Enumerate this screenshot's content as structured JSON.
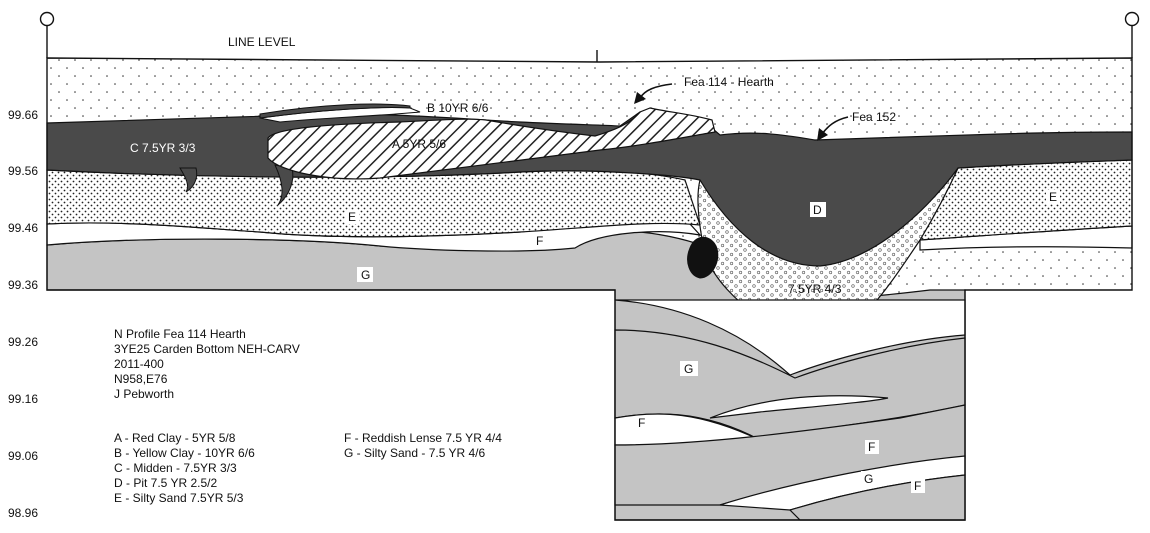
{
  "line_level_label": "LINE LEVEL",
  "elevations": [
    "99.66",
    "99.56",
    "99.46",
    "99.36",
    "99.26",
    "99.16",
    "99.06",
    "98.96"
  ],
  "layer_labels": {
    "b": "B 10YR 6/6",
    "c": "C 7.5YR 3/3",
    "a": "A 5YR 5/6",
    "d": "D",
    "e_left": "E",
    "e_right": "E",
    "f_upper": "F",
    "g_upper": "G",
    "pit_fill": "7.5YR 4/3",
    "g_unit": "G",
    "f_unit": "F",
    "f_lower1": "F",
    "g_lower": "G",
    "f_lower2": "F"
  },
  "features": {
    "hearth": "Fea 114 - Hearth",
    "pit": "Fea 152"
  },
  "profile_info": [
    "N Profile Fea 114 Hearth",
    "3YE25 Carden Bottom NEH-CARV",
    "2011-400",
    "N958,E76",
    "J Pebworth"
  ],
  "legend_left": [
    "A - Red Clay - 5YR 5/8",
    "B - Yellow Clay - 10YR 6/6",
    "C - Midden - 7.5YR 3/3",
    "D - Pit 7.5 YR 2.5/2",
    "E - Silty Sand 7.5YR 5/3"
  ],
  "legend_right": [
    "F - Reddish Lense 7.5 YR 4/4",
    "G - Silty Sand - 7.5 YR 4/6"
  ],
  "colors": {
    "midden_dark": "#4a4a4a",
    "silty_sand_gray": "#c4c4c4",
    "outline": "#111111"
  }
}
